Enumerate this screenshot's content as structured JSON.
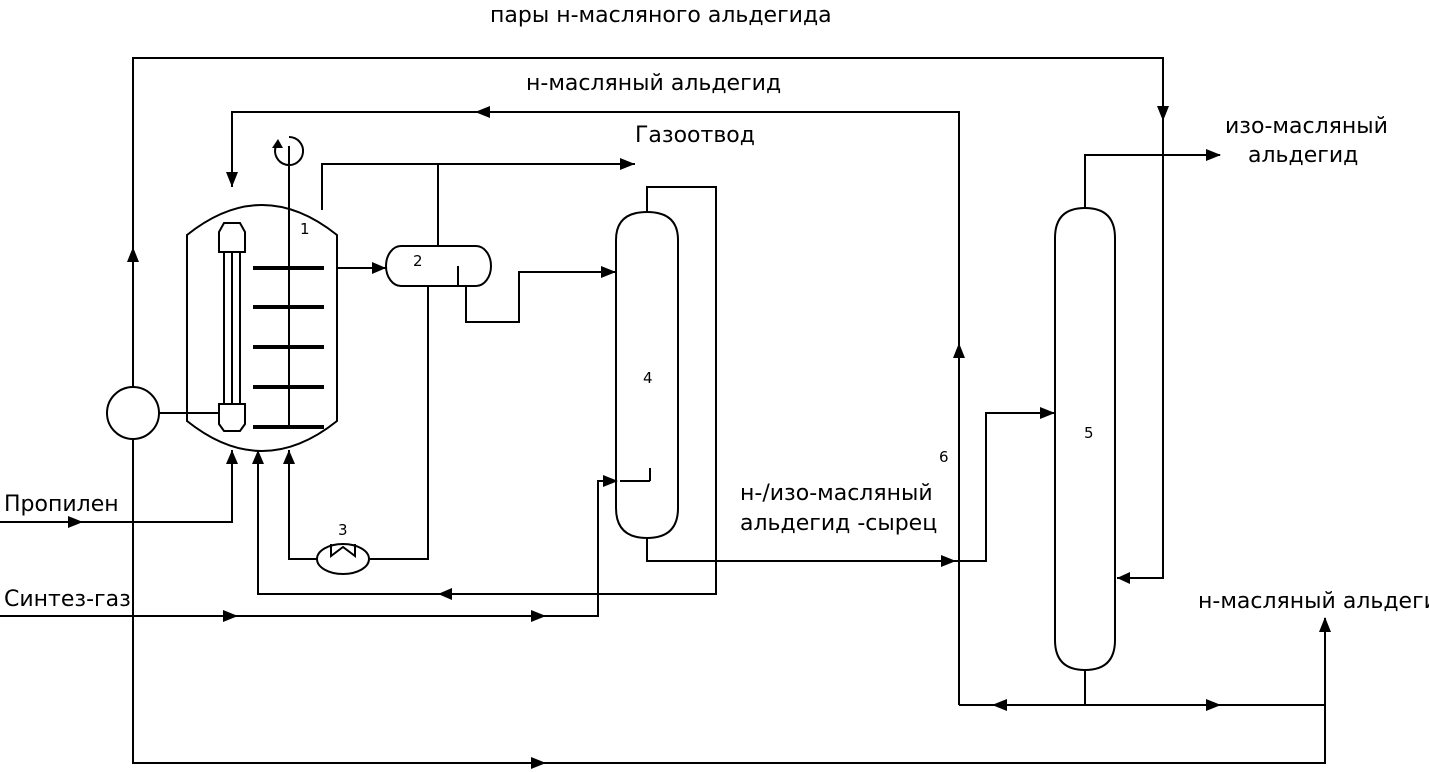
{
  "labels": {
    "vapors_n_butyraldehyde": "пары н-масляного альдегида",
    "n_butyraldehyde_top": "н-масляный альдегид",
    "gas_outlet": "Газоотвод",
    "iso_butyraldehyde_1": "изо-масляный",
    "iso_butyraldehyde_2": "альдегид",
    "propylene": "Пропилен",
    "syngas": "Синтез-газ",
    "crude_1": "н-/изо-масляный",
    "crude_2": "альдегид -сырец",
    "n_butyraldehyde_bottom": "н-масляный альдегид"
  },
  "equipment_numbers": {
    "reactor": "1",
    "separator": "2",
    "heat_exchanger": "3",
    "stripping_column": "4",
    "distillation_column": "5",
    "stream_6": "6"
  }
}
